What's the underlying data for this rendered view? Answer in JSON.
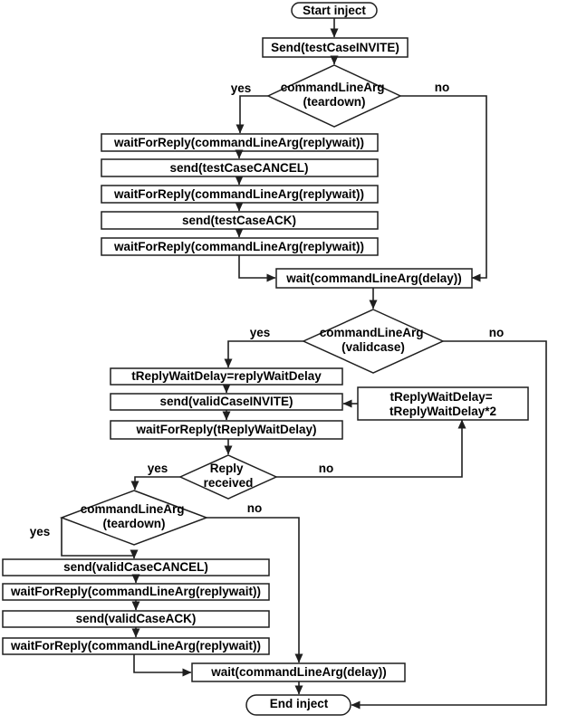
{
  "diagram": {
    "background_color": "#ffffff",
    "line_color": "#1f1f1f",
    "text_color": "#000000",
    "shape_fill": "#ffffff",
    "nodes": {
      "start": {
        "type": "terminator",
        "label": "Start inject"
      },
      "send_testcase_invite": {
        "type": "process",
        "label": "Send(testCaseINVITE)"
      },
      "teardown1": {
        "type": "decision",
        "line1": "commandLineArg",
        "line2": "(teardown)",
        "yes_label": "yes",
        "no_label": "no"
      },
      "wait_reply_u1": {
        "type": "process",
        "label": "waitForReply(commandLineArg(replywait))"
      },
      "send_testcase_cancel": {
        "type": "process",
        "label": "send(testCaseCANCEL)"
      },
      "wait_reply_u2": {
        "type": "process",
        "label": "waitForReply(commandLineArg(replywait))"
      },
      "send_testcase_ack": {
        "type": "process",
        "label": "send(testCaseACK)"
      },
      "wait_reply_u3": {
        "type": "process",
        "label": "waitForReply(commandLineArg(replywait))"
      },
      "wait_delay_1": {
        "type": "process",
        "label": "wait(commandLineArg(delay))"
      },
      "validcase": {
        "type": "decision",
        "line1": "commandLineArg",
        "line2": "(validcase)",
        "yes_label": "yes",
        "no_label": "no"
      },
      "set_treply_wait_delay": {
        "type": "process",
        "label": "tReplyWaitDelay=replyWaitDelay"
      },
      "send_validcase_invite": {
        "type": "process",
        "label": "send(validCaseINVITE)"
      },
      "wait_reply_treply": {
        "type": "process",
        "label": "waitForReply(tReplyWaitDelay)"
      },
      "double_treply_wait_delay": {
        "type": "process",
        "line1": "tReplyWaitDelay=",
        "line2": "tReplyWaitDelay*2"
      },
      "reply_received": {
        "type": "decision",
        "line1": "Reply",
        "line2": "received",
        "yes_label": "yes",
        "no_label": "no"
      },
      "teardown2": {
        "type": "decision",
        "line1": "commandLineArg",
        "line2": "(teardown)",
        "yes_label": "yes",
        "no_label": "no"
      },
      "send_validcase_cancel": {
        "type": "process",
        "label": "send(validCaseCANCEL)"
      },
      "wait_reply_c1": {
        "type": "process",
        "label": "waitForReply(commandLineArg(replywait))"
      },
      "send_validcase_ack": {
        "type": "process",
        "label": "send(validCaseACK)"
      },
      "wait_reply_c2": {
        "type": "process",
        "label": "waitForReply(commandLineArg(replywait))"
      },
      "wait_delay_2": {
        "type": "process",
        "label": "wait(commandLineArg(delay))"
      },
      "end": {
        "type": "terminator",
        "label": "End inject"
      }
    }
  }
}
